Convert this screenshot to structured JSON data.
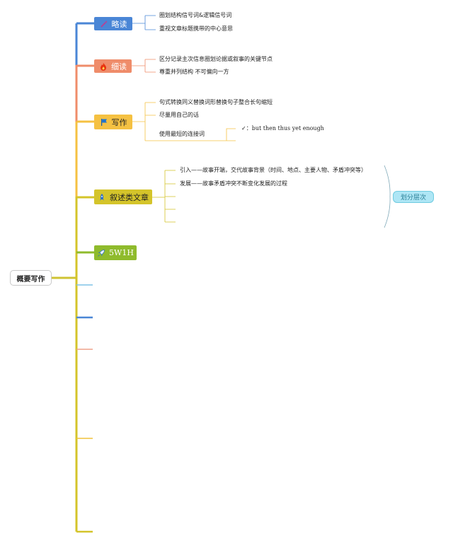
{
  "root": {
    "label": "概要写作"
  },
  "branches": [
    {
      "label": "略读",
      "icon": "wand-icon",
      "color": "#4a86d6",
      "items": [
        "圈划结构信号词&逻辑信号词",
        "重视文章标题携带的中心意思"
      ]
    },
    {
      "label": "细读",
      "icon": "fire-icon",
      "color": "#ef8c6a",
      "items": [
        "区分记录主次信息圈划论据或叙事的关键节点",
        "尊重并列结构 不可偏向一方"
      ]
    },
    {
      "label": "写作",
      "icon": "flag-icon",
      "color": "#f5c142",
      "items": [
        "句式转换同义替换词形替换句子整合长句缩短",
        "尽量用自己的话",
        "使用最短的连接词"
      ],
      "sub_item": {
        "check": "✓",
        "text": "：but then thus yet enough"
      }
    },
    {
      "label": "叙述类文章",
      "icon": "rocket-icon",
      "color": "#d4c42a",
      "items": [
        "引入——故事开端，交代故事背景（时间、地点、主要人物、矛盾冲突等）",
        "发展——故事矛盾冲突不断变化发展的过程"
      ],
      "summary_tag": "划分层次"
    },
    {
      "label": "5W1H",
      "icon": "rocket-icon",
      "color": "#8fbb2c"
    }
  ]
}
